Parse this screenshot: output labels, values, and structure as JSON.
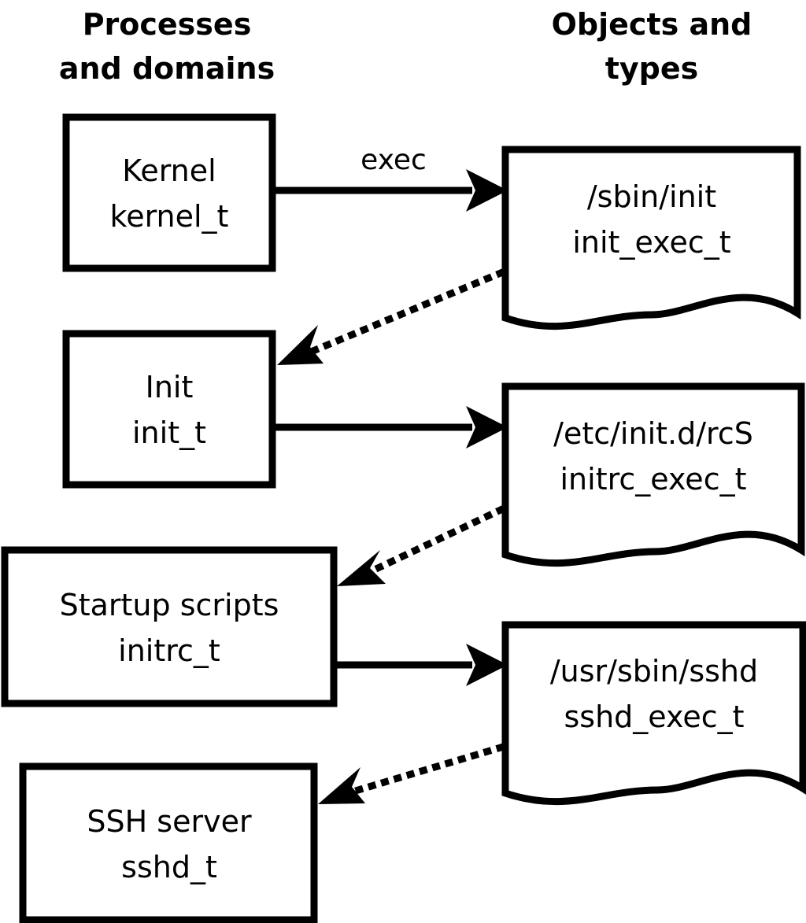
{
  "diagram": {
    "title_left": "Processes\nand domains",
    "columns": {
      "left_header_line1": "Processes",
      "left_header_line2": "and domains",
      "right_header_line1": "Objects and",
      "right_header_line2": "types"
    },
    "colors": {
      "stroke": "#000000",
      "fill": "#ffffff",
      "background": "#ffffff"
    },
    "processes": [
      {
        "name": "kernel",
        "line1": "Kernel",
        "line2": "kernel_t"
      },
      {
        "name": "init",
        "line1": "Init",
        "line2": "init_t"
      },
      {
        "name": "startup-scripts",
        "line1": "Startup scripts",
        "line2": "initrc_t"
      },
      {
        "name": "ssh-server",
        "line1": "SSH server",
        "line2": "sshd_t"
      }
    ],
    "objects": [
      {
        "name": "sbin-init",
        "line1": "/sbin/init",
        "line2": "init_exec_t"
      },
      {
        "name": "etc-initd-rcs",
        "line1": "/etc/init.d/rcS",
        "line2": "initrc_exec_t"
      },
      {
        "name": "usr-sbin-sshd",
        "line1": "/usr/sbin/sshd",
        "line2": "sshd_exec_t"
      }
    ],
    "edges": [
      {
        "name": "kernel-exec-init",
        "label": "exec",
        "style": "solid",
        "from": "kernel",
        "to": "sbin-init"
      },
      {
        "name": "init-exec-transition",
        "label": "",
        "style": "dotted",
        "from": "sbin-init",
        "to": "init"
      },
      {
        "name": "init-exec-rcs",
        "label": "",
        "style": "solid",
        "from": "init",
        "to": "etc-initd-rcs"
      },
      {
        "name": "initrc-transition",
        "label": "",
        "style": "dotted",
        "from": "etc-initd-rcs",
        "to": "startup-scripts"
      },
      {
        "name": "initrc-exec-sshd",
        "label": "",
        "style": "solid",
        "from": "startup-scripts",
        "to": "usr-sbin-sshd"
      },
      {
        "name": "sshd-transition",
        "label": "",
        "style": "dotted",
        "from": "usr-sbin-sshd",
        "to": "ssh-server"
      }
    ]
  }
}
